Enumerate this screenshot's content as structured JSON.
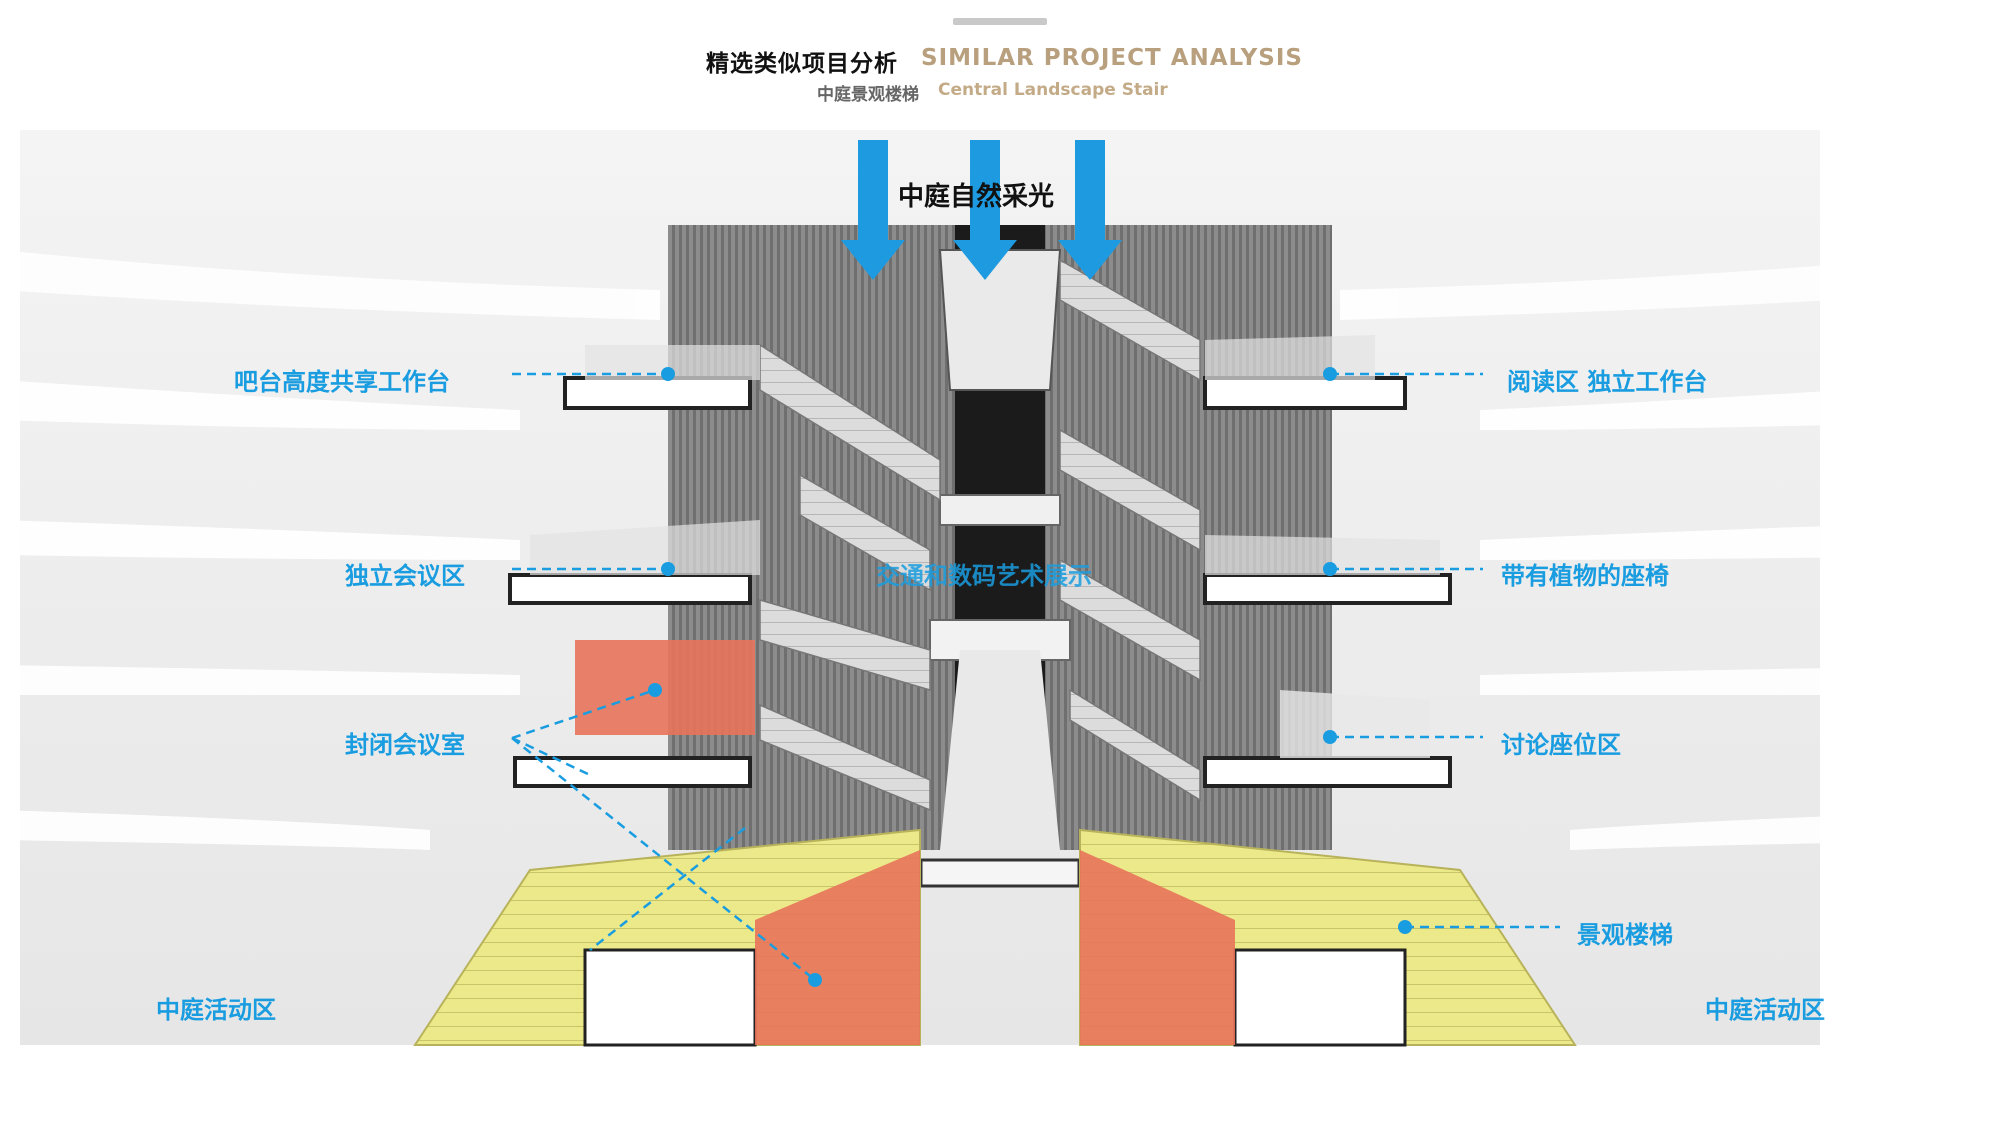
{
  "header": {
    "title_cn": "精选类似项目分析",
    "title_en": "SIMILAR PROJECT ANALYSIS",
    "subtitle_cn": "中庭景观楼梯",
    "subtitle_en": "Central Landscape Stair"
  },
  "diagram": {
    "light_label": "中庭自然采光",
    "center_label": "交通和数码艺术展示",
    "left_labels": [
      "吧台高度共享工作台",
      "独立会议区",
      "封闭会议室",
      "中庭活动区"
    ],
    "right_labels": [
      "阅读区 独立工作台",
      "带有植物的座椅",
      "讨论座位区",
      "景观楼梯",
      "中庭活动区"
    ]
  },
  "colors": {
    "accent_blue": "#1a9de0",
    "arrow_blue": "#1e9be0",
    "meeting_room_red": "#e8735a",
    "stair_yellow": "#ece98a",
    "title_gold": "#b89f7d"
  }
}
